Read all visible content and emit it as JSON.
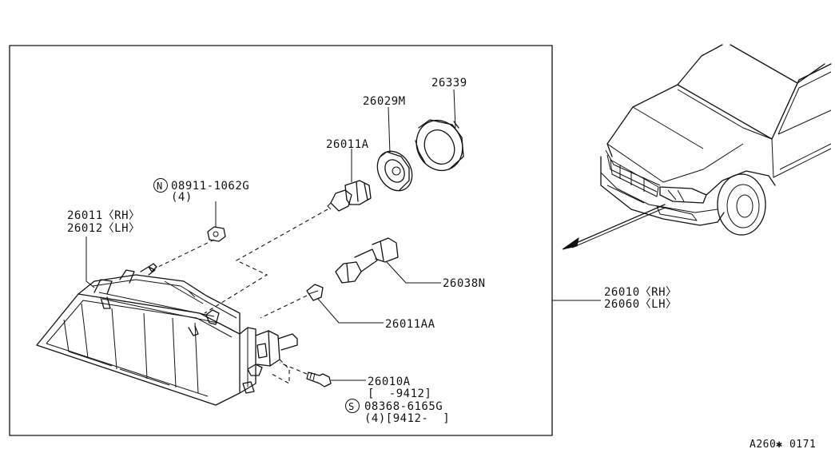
{
  "parts": {
    "bulb_holder": "26339",
    "bulb_socket_cap": "26029M",
    "bulb": "26011A",
    "nut_code": "08911-1062G",
    "nut_qty": "(4)",
    "nut_symbol": "N",
    "headlamp_rh": "26011〈RH〉",
    "headlamp_lh": "26012〈LH〉",
    "socket_harness": "26038N",
    "side_bulb": "26011AA",
    "aiming_screw": "26010A",
    "aiming_screw_range": "[  -9412]",
    "screw_code": "08368-6165G",
    "screw_qty_range": "(4)[9412-  ]",
    "screw_symbol": "S",
    "assembly_rh": "26010〈RH〉",
    "assembly_lh": "26060〈LH〉"
  },
  "diagram_code": "A260✱ 0171"
}
